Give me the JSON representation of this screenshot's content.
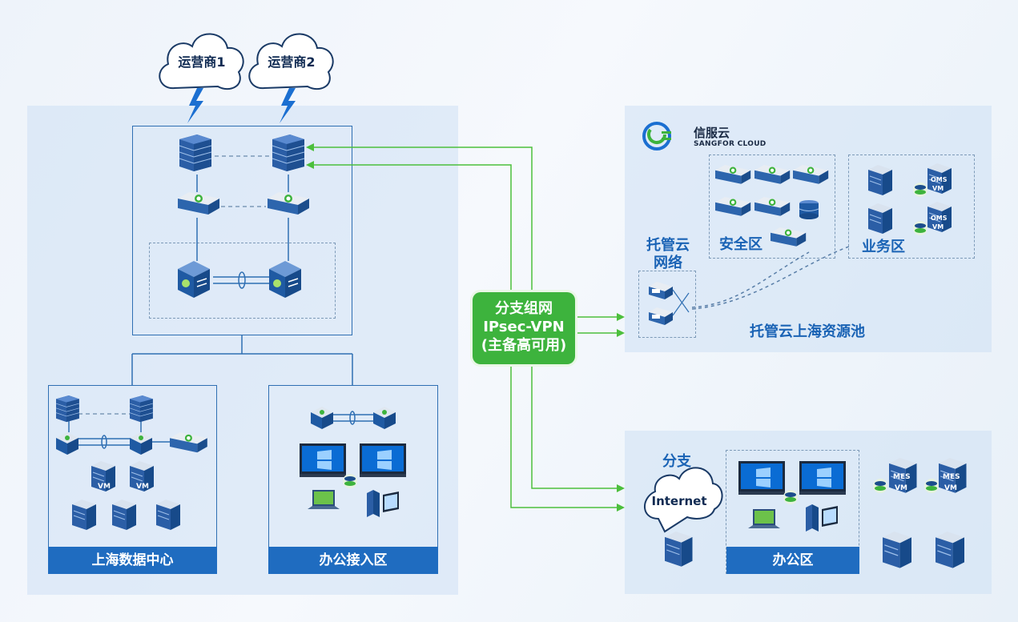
{
  "carriers": [
    {
      "label": "运营商1"
    },
    {
      "label": "运营商2"
    }
  ],
  "zones": {
    "datacenter": "上海数据中心",
    "office_access": "办公接入区",
    "hosted_network": "托管云\n网络",
    "security": "安全区",
    "business": "业务区",
    "resource_pool": "托管云上海资源池",
    "branch": "分支",
    "office": "办公区"
  },
  "vpn": {
    "line1": "分支组网",
    "line2": "IPsec-VPN",
    "line3": "(主备高可用)"
  },
  "brand": {
    "name": "信服云",
    "sub": "SANGFOR CLOUD"
  },
  "branch_cloud": "Internet",
  "server_tags": {
    "vm": "VM",
    "oms": "OMS",
    "mes": "MES"
  },
  "colors": {
    "accent_blue": "#1f6cc0",
    "link_green": "#3db33d",
    "device_dark": "#1e4f91"
  }
}
